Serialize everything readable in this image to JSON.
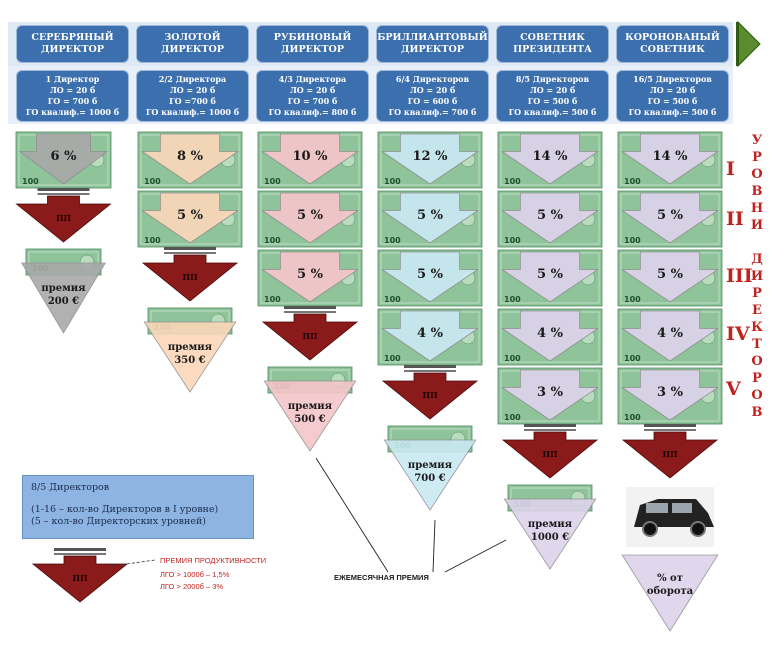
{
  "levels": [
    {
      "title": "СЕРЕБРЯНЫЙ ДИРЕКТОР",
      "info": [
        "1 Директор",
        "ЛО = 20 б",
        "ГО = 700 б",
        "ГО квалиф.= 1000 б"
      ],
      "percents": [
        "6 %"
      ],
      "premium": "премия",
      "premium_amount": "200 €",
      "color": "#a9a9a9"
    },
    {
      "title": "ЗОЛОТОЙ ДИРЕКТОР",
      "info": [
        "2/2 Директора",
        "ЛО = 20 б",
        "ГО =700 б",
        "ГО квалиф.= 1000 б"
      ],
      "percents": [
        "8 %",
        "5 %"
      ],
      "premium": "премия",
      "premium_amount": "350 €",
      "color": "#fbd7b9"
    },
    {
      "title": "РУБИНОВЫЙ ДИРЕКТОР",
      "info": [
        "4/3 Директора",
        "ЛО = 20 б",
        "ГО = 700 б",
        "ГО квалиф.= 800 б"
      ],
      "percents": [
        "10 %",
        "5 %",
        "5 %"
      ],
      "premium": "премия",
      "premium_amount": "500 €",
      "color": "#f5c6ca"
    },
    {
      "title": "БРИЛЛИАНТОВЫЙ ДИРЕКТОР",
      "info": [
        "6/4 Директоров",
        "ЛО = 20 б",
        "ГО = 600 б",
        "ГО квалиф.= 700 б"
      ],
      "percents": [
        "12 %",
        "5 %",
        "5 %",
        "4 %"
      ],
      "premium": "премия",
      "premium_amount": "700 €",
      "color": "#c9e8f2"
    },
    {
      "title": "СОВЕТНИК ПРЕЗИДЕНТА",
      "info": [
        "8/5 Директоров",
        "ЛО = 20 б",
        "ГО = 500 б",
        "ГО квалиф.= 500 б"
      ],
      "percents": [
        "14 %",
        "5 %",
        "5 %",
        "4 %",
        "3 %"
      ],
      "premium": "премия",
      "premium_amount": "1000 €",
      "color": "#ddd3ec"
    },
    {
      "title": "КОРОНОВАНЫЙ СОВЕТНИК",
      "info": [
        "16/5 Директоров",
        "ЛО = 20 б",
        "ГО = 500 б",
        "ГО квалиф.= 500 б"
      ],
      "percents": [
        "14 %",
        "5 %",
        "5 %",
        "4 %",
        "3 %"
      ],
      "premium": "% от",
      "premium_amount": "оборота",
      "color": "#ddd3ec"
    }
  ],
  "pp_label": "ПП",
  "vertical_label": "УРОВНИ ДИРЕКТОРОВ",
  "roman": [
    "I",
    "II",
    "III",
    "IV",
    "V"
  ],
  "legend": {
    "title": "8/5 Директоров",
    "line1": "(1-16 – кол-во Директоров в I уровне)",
    "line2": "(5 – кол-во Директорских уровней)"
  },
  "productivity": {
    "title": "ПРЕМИЯ  ПРОДУКТИВНОСТИ",
    "line1": "ЛГО > 1000б – 1,5%",
    "line2": "ЛГО > 2000б – 3%"
  },
  "monthly_label": "ЕЖЕМЕСЯЧНАЯ ПРЕМИЯ",
  "banknote_text": "100",
  "colors": {
    "header": "#3b6fae",
    "pp": "#8b1a1a",
    "accent": "#c0231f",
    "banknote": "#8fc39a",
    "banknote_dark": "#4d8b5c"
  }
}
